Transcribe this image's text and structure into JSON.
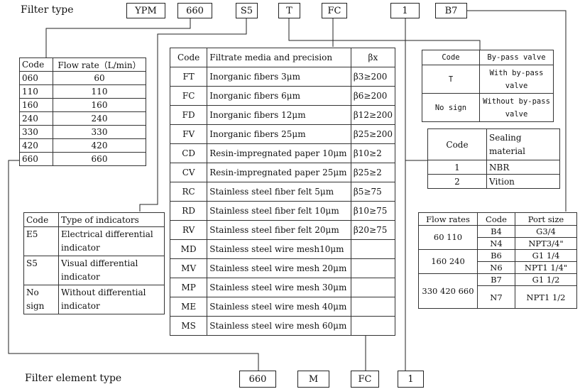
{
  "labels": {
    "filter_type": "Filter type",
    "filter_element_type": "Filter element type"
  },
  "top_codes": [
    "YPM",
    "660",
    "S5",
    "T",
    "FC",
    "1",
    "B7"
  ],
  "bottom_codes": [
    "660",
    "M",
    "FC",
    "1"
  ],
  "flow_table": {
    "headers": [
      "Code",
      "Flow rate（L/min）"
    ],
    "rows": [
      [
        "060",
        "60"
      ],
      [
        "110",
        "110"
      ],
      [
        "160",
        "160"
      ],
      [
        "240",
        "240"
      ],
      [
        "330",
        "330"
      ],
      [
        "420",
        "420"
      ],
      [
        "660",
        "660"
      ]
    ]
  },
  "media_table": {
    "headers": [
      "Code",
      "Filtrate media and precision",
      "βx"
    ],
    "rows": [
      [
        "FT",
        "Inorganic fibers 3μm",
        "β3≥200"
      ],
      [
        "FC",
        "Inorganic fibers 6μm",
        "β6≥200"
      ],
      [
        "FD",
        "Inorganic fibers 12μm",
        "β12≥200"
      ],
      [
        "FV",
        "Inorganic fibers 25μm",
        "β25≥200"
      ],
      [
        "CD",
        "Resin-impregnated paper 10μm",
        "β10≥2"
      ],
      [
        "CV",
        "Resin-impregnated paper 25μm",
        "β25≥2"
      ],
      [
        "RC",
        "Stainless steel fiber felt 5μm",
        "β5≥75"
      ],
      [
        "RD",
        "Stainless steel fiber felt 10μm",
        "β10≥75"
      ],
      [
        "RV",
        "Stainless steel fiber felt 20μm",
        "β20≥75"
      ],
      [
        "MD",
        "Stainless steel wire mesh10μm",
        ""
      ],
      [
        "MV",
        "Stainless steel wire mesh 20μm",
        ""
      ],
      [
        "MP",
        "Stainless steel wire mesh 30μm",
        ""
      ],
      [
        "ME",
        "Stainless steel wire mesh 40μm",
        ""
      ],
      [
        "MS",
        "Stainless steel wire mesh 60μm",
        ""
      ]
    ]
  },
  "bypass_table": {
    "headers": [
      "Code",
      "By-pass valve"
    ],
    "rows": [
      [
        "T",
        "With by-pass valve"
      ],
      [
        "No sign",
        "Without by-pass valve"
      ]
    ]
  },
  "seal_table": {
    "headers": [
      "Code",
      "Sealing material"
    ],
    "rows": [
      [
        "1",
        "NBR"
      ],
      [
        "2",
        "Vition"
      ]
    ]
  },
  "indicator_table": {
    "headers": [
      "Code",
      "Type of indicators"
    ],
    "rows": [
      [
        "E5",
        "Electrical differential indicator"
      ],
      [
        "S5",
        "Visual differential indicator"
      ],
      [
        "No sign",
        "Without differential indicator"
      ]
    ]
  },
  "port_table": {
    "headers": [
      "Flow rates",
      "Code",
      "Port size"
    ],
    "groups": [
      {
        "flow": "60 110",
        "rows": [
          [
            "B4",
            "G3/4"
          ],
          [
            "N4",
            "NPT3/4\""
          ]
        ]
      },
      {
        "flow": "160 240",
        "rows": [
          [
            "B6",
            "G1 1/4"
          ],
          [
            "N6",
            "NPT1 1/4\""
          ]
        ]
      },
      {
        "flow": "330 420 660",
        "rows": [
          [
            "B7",
            "G1 1/2"
          ],
          [
            "N7",
            "NPT1 1/2"
          ]
        ]
      }
    ]
  }
}
